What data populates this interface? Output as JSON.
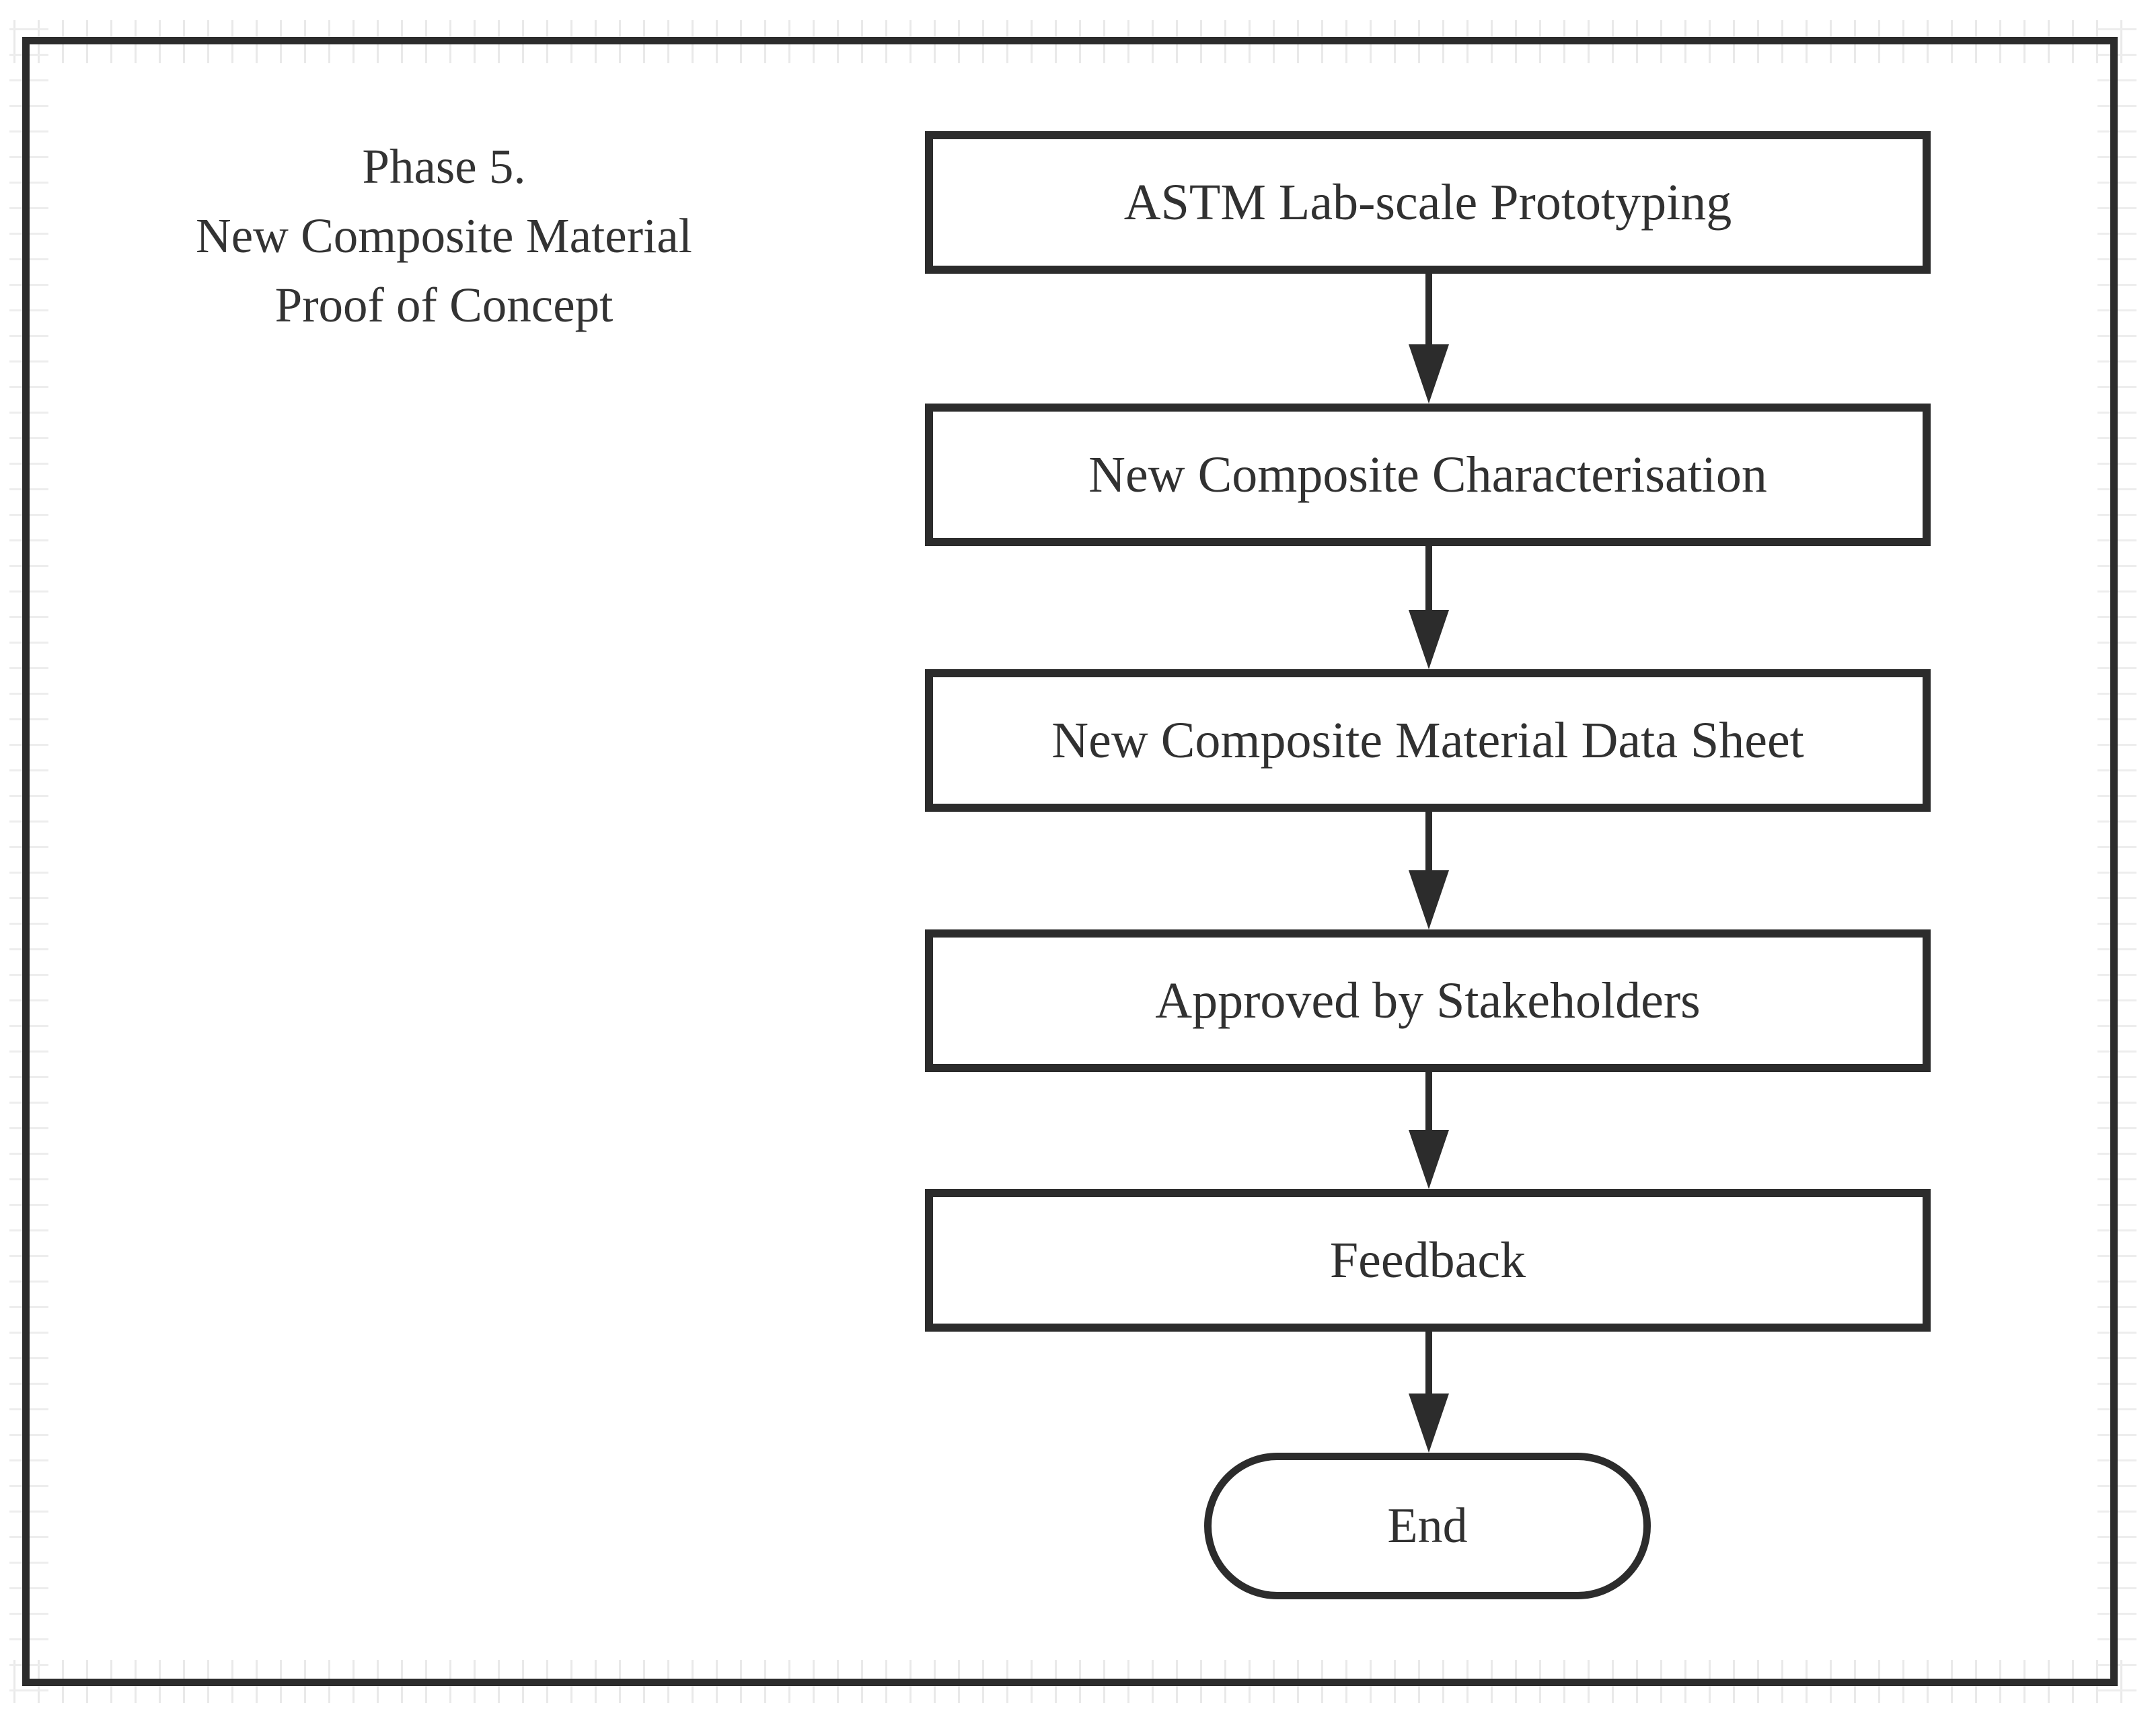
{
  "figure": {
    "phase_label": {
      "lines": [
        "Phase 5.",
        "New Composite Material",
        "Proof of Concept"
      ]
    },
    "steps": [
      {
        "id": "astm-lab-scale-prototyping",
        "label": "ASTM Lab-scale Prototyping",
        "shape": "process"
      },
      {
        "id": "new-composite-characterisation",
        "label": "New Composite Characterisation",
        "shape": "process"
      },
      {
        "id": "new-composite-material-data-sheet",
        "label": "New Composite Material Data Sheet",
        "shape": "process"
      },
      {
        "id": "approved-by-stakeholders",
        "label": "Approved by Stakeholders",
        "shape": "process"
      },
      {
        "id": "feedback",
        "label": "Feedback",
        "shape": "process"
      },
      {
        "id": "end",
        "label": "End",
        "shape": "terminator"
      }
    ],
    "connections": [
      {
        "from": "astm-lab-scale-prototyping",
        "to": "new-composite-characterisation"
      },
      {
        "from": "new-composite-characterisation",
        "to": "new-composite-material-data-sheet"
      },
      {
        "from": "new-composite-material-data-sheet",
        "to": "approved-by-stakeholders"
      },
      {
        "from": "approved-by-stakeholders",
        "to": "feedback"
      },
      {
        "from": "feedback",
        "to": "end"
      }
    ],
    "colors": {
      "line": "#2c2c2c",
      "text": "#313131",
      "background": "#ffffff",
      "grid_tick": "#e9e9e9"
    }
  }
}
